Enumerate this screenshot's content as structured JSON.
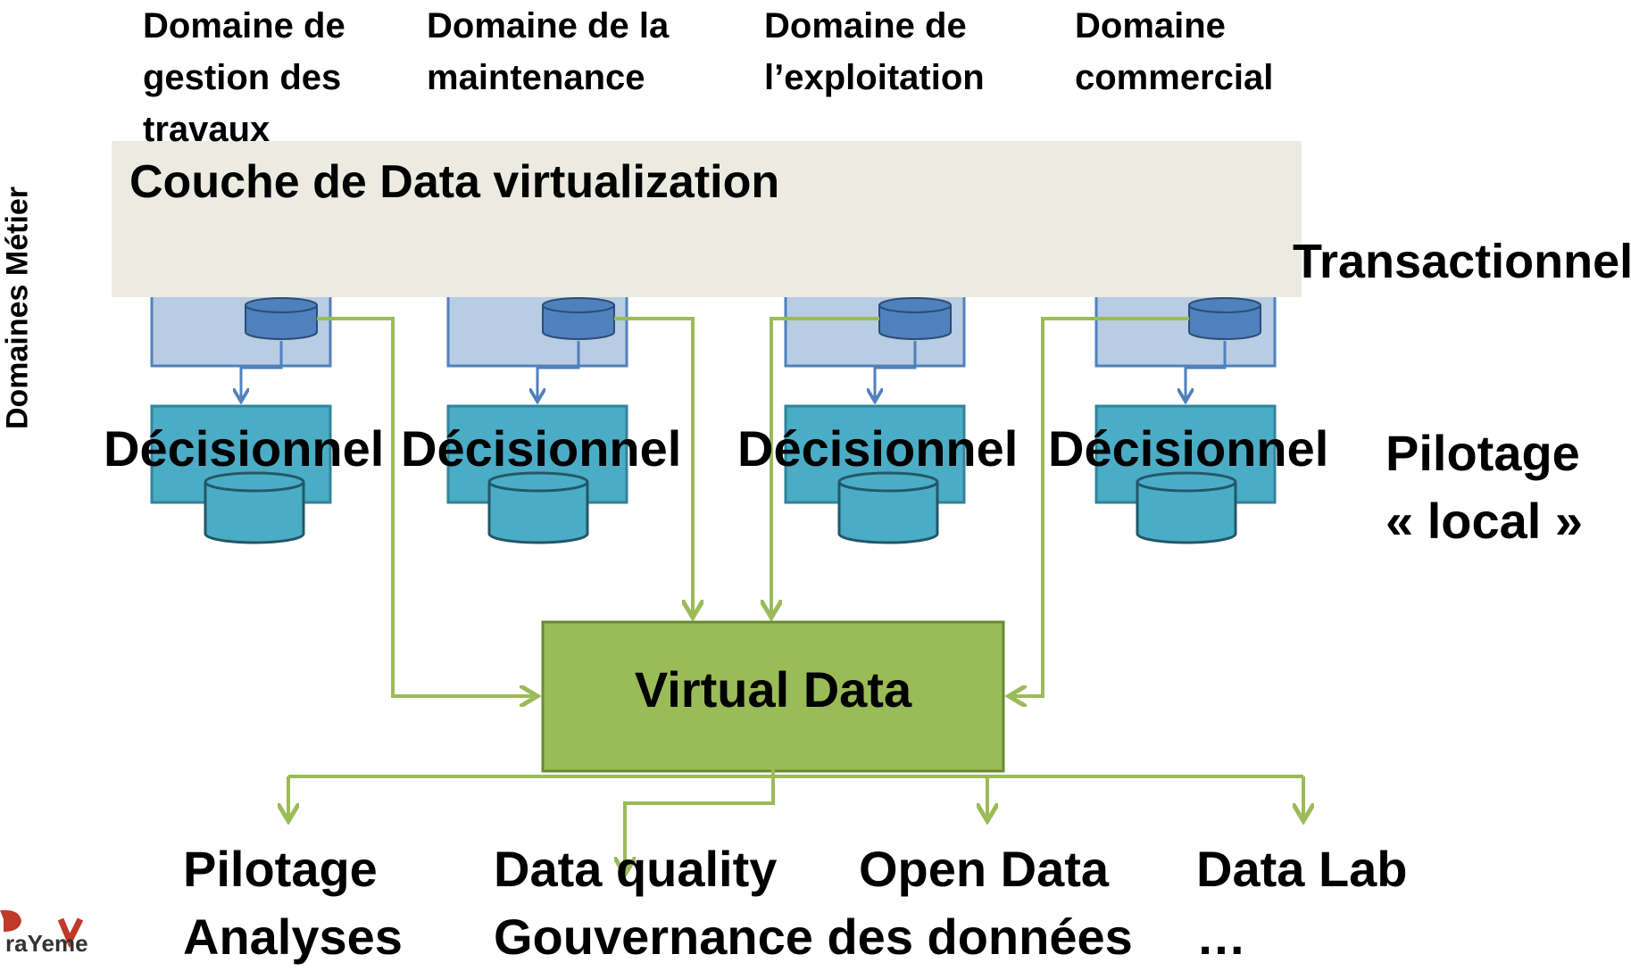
{
  "domains": [
    "Domaine de\ngestion des\ntravaux",
    "Domaine de la\nmaintenance",
    "Domaine de\nl’exploitation",
    "Domaine\ncommercial"
  ],
  "side_label": "Domaines Métier",
  "virtualization_layer": "Couche de Data virtualization",
  "transactionnel_label": "Transactionnel",
  "decisionnel_label": "Décisionnel",
  "pilotage_local": "Pilotage\n« local »",
  "virtual_data": "Virtual Data",
  "outputs": [
    "Pilotage\nAnalyses",
    "Data quality\nGouvernance des données",
    "Open Data",
    "Data Lab\n…"
  ],
  "logo_text": "raYeme",
  "colors": {
    "layer_bg": "#ecebe1",
    "transaction_box": "#b8cce4",
    "transaction_border": "#4f81bd",
    "db_blue": "#4f81bd",
    "decision_box": "#4bacc6",
    "decision_border": "#31849b",
    "virtual_box": "#9bbb59",
    "virtual_border": "#6a8a33",
    "arrow_green": "#9bbb59",
    "arrow_blue": "#4f81bd"
  }
}
